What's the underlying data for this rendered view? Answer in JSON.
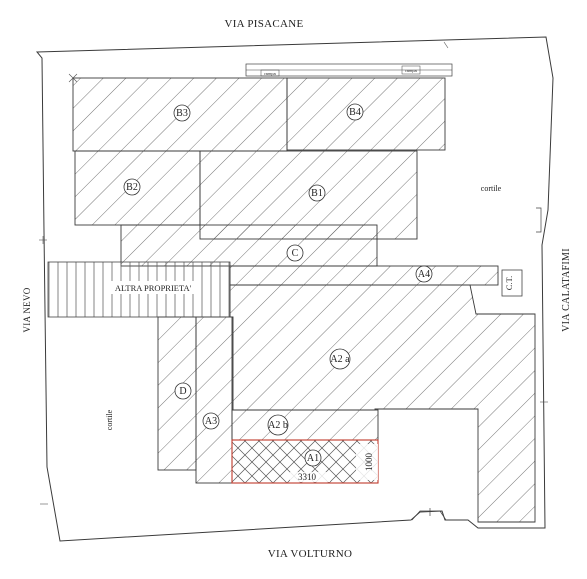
{
  "streets": {
    "north": "VIA PISACANE",
    "south": "VIA VOLTURNO",
    "west": "VIA NEVO",
    "east": "VIA CALATAFIMI"
  },
  "areas": {
    "cortile_east": "cortile",
    "cortile_west": "cortile",
    "altra_proprieta": "ALTRA PROPRIETA'",
    "ct": "C.T."
  },
  "units": {
    "B3": "B3",
    "B4": "B4",
    "B2": "B2",
    "B1": "B1",
    "C": "C",
    "A4": "A4",
    "A2a": "A2 a",
    "D": "D",
    "A3": "A3",
    "A2b": "A2 b",
    "A1": "A1"
  },
  "dimensions": {
    "width_a1": "3310",
    "height_a1": "1000"
  },
  "ramps": {
    "left": "rampa",
    "right": "rampa"
  },
  "colors": {
    "line": "#3a3a3a",
    "hatch": "#555555",
    "highlight": "#c0392b"
  }
}
